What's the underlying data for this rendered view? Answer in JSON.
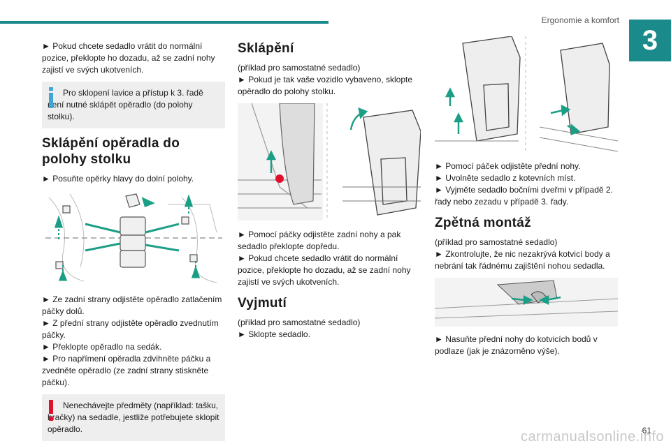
{
  "header": {
    "section_title": "Ergonomie a komfort",
    "chapter_number": "3"
  },
  "col1": {
    "p1": "► Pokud chcete sedadlo vrátit do normální pozice, překlopte ho dozadu, až se zadní nohy zajistí ve svých ukotveních.",
    "info_note": "Pro sklopení lavice a přístup k 3. řadě není nutné sklápět opěradlo (do polohy stolku).",
    "heading": "Sklápění opěradla do polohy stolku",
    "p2": "► Posuňte opěrky hlavy do dolní polohy.",
    "p3": "► Ze zadní strany odjistěte opěradlo zatlačením páčky dolů.",
    "p4": "► Z přední strany odjistěte opěradlo zvednutím páčky.",
    "p5": "► Překlopte opěradlo na sedák.",
    "p6": "► Pro napřímení opěradla zdvihněte páčku a zvedněte opěradlo (ze zadní strany stiskněte páčku).",
    "warning_note": "Nenechávejte předměty (například: tašku, hračky) na sedadle, jestliže potřebujete sklopit opěradlo."
  },
  "col2": {
    "heading1": "Sklápění",
    "p1": "(příklad pro samostatné sedadlo)",
    "p2": "► Pokud je tak vaše vozidlo vybaveno, sklopte opěradlo do polohy stolku.",
    "p3": "► Pomocí páčky odjistěte zadní nohy a pak sedadlo překlopte dopředu.",
    "p4": "► Pokud chcete sedadlo vrátit do normální pozice, překlopte ho dozadu, až se zadní nohy zajistí ve svých ukotveních.",
    "heading2": "Vyjmutí",
    "p5": "(příklad pro samostatné sedadlo)",
    "p6": "► Sklopte sedadlo."
  },
  "col3": {
    "p1": "► Pomocí páček odjistěte přední nohy.",
    "p2": "► Uvolněte sedadlo z kotevních míst.",
    "p3": "► Vyjměte sedadlo bočními dveřmi v případě 2. řady nebo zezadu v případě 3. řady.",
    "heading": "Zpětná montáž",
    "p4": "(příklad pro samostatné sedadlo)",
    "p5": "► Zkontrolujte, že nic nezakrývá kotvicí body a nebrání tak řádnému zajištění nohou sedadla.",
    "p6": "► Nasuňte přední nohy do kotvicích bodů v podlaze (jak je znázorněno výše)."
  },
  "footer": {
    "page_number": "61",
    "watermark": "carmanualsonline.info"
  },
  "colors": {
    "accent": "#1b8a8a",
    "info": "#3fa7d6",
    "warning": "#e0102c",
    "arrow": "#1b9e86"
  }
}
